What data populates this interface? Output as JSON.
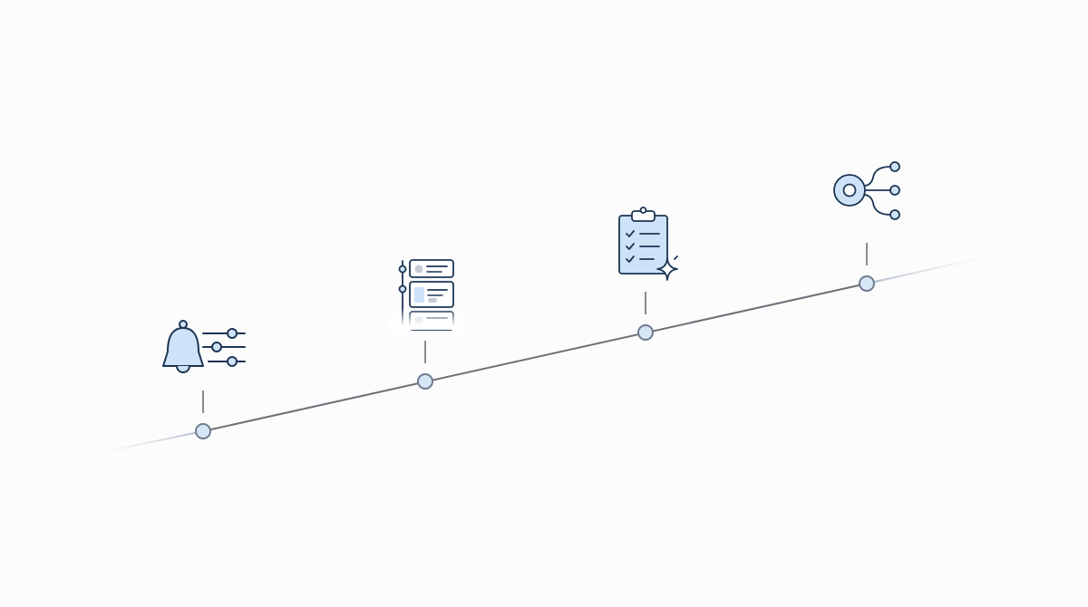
{
  "colors": {
    "line": "#6e6f78",
    "line_fade": "#c9d3df",
    "node_fill": "#d6e6f7",
    "node_stroke": "#6f7c8c",
    "icon_stroke": "#1c3553",
    "icon_fill": "#cfe3f8",
    "icon_muted": "#c5ccd6"
  },
  "milestones": [
    {
      "id": "notifications",
      "icon": "bell-settings-icon"
    },
    {
      "id": "feed",
      "icon": "card-stack-icon"
    },
    {
      "id": "checklist",
      "icon": "clipboard-checklist-icon"
    },
    {
      "id": "integrations",
      "icon": "network-hub-icon"
    }
  ]
}
